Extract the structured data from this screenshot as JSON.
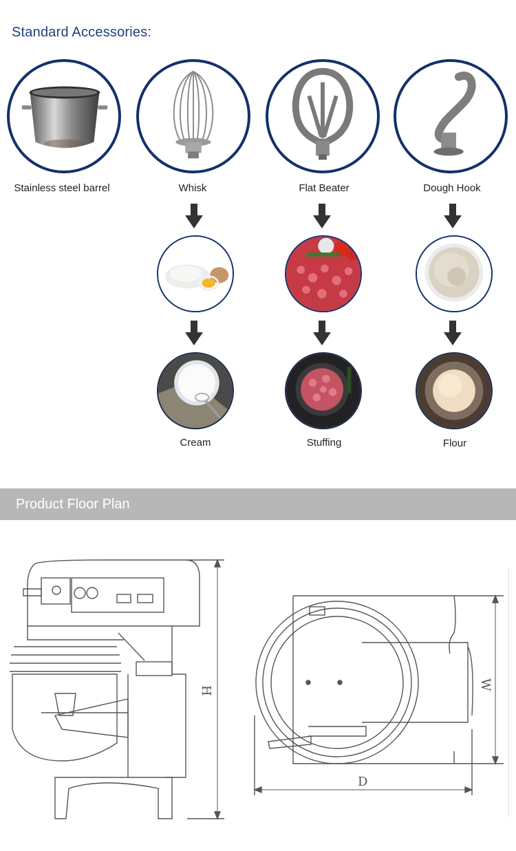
{
  "accessories": {
    "heading": "Standard Accessories:",
    "items": [
      {
        "label": "Stainless steel barrel",
        "icon": "steel-bowl-icon"
      },
      {
        "label": "Whisk",
        "icon": "whisk-icon"
      },
      {
        "label": "Flat Beater",
        "icon": "flat-beater-icon"
      },
      {
        "label": "Dough Hook",
        "icon": "dough-hook-icon"
      }
    ],
    "ingredients": [
      {
        "icon": "flour-and-egg-icon"
      },
      {
        "icon": "minced-meat-icon"
      },
      {
        "icon": "flour-bowl-icon"
      }
    ],
    "results": [
      {
        "label": "Cream",
        "icon": "cream-bowl-icon"
      },
      {
        "label": "Stuffing",
        "icon": "stuffing-pan-icon"
      },
      {
        "label": "Flour",
        "icon": "dough-ball-icon"
      }
    ]
  },
  "floor_plan": {
    "title": "Product Floor Plan",
    "side_view": {
      "height_label": "H"
    },
    "top_view": {
      "width_label": "W",
      "depth_label": "D"
    }
  },
  "colors": {
    "heading": "#1f3f7a",
    "circle_border": "#14306b",
    "banner": "#b7b7b7",
    "arrow": "#333333"
  }
}
